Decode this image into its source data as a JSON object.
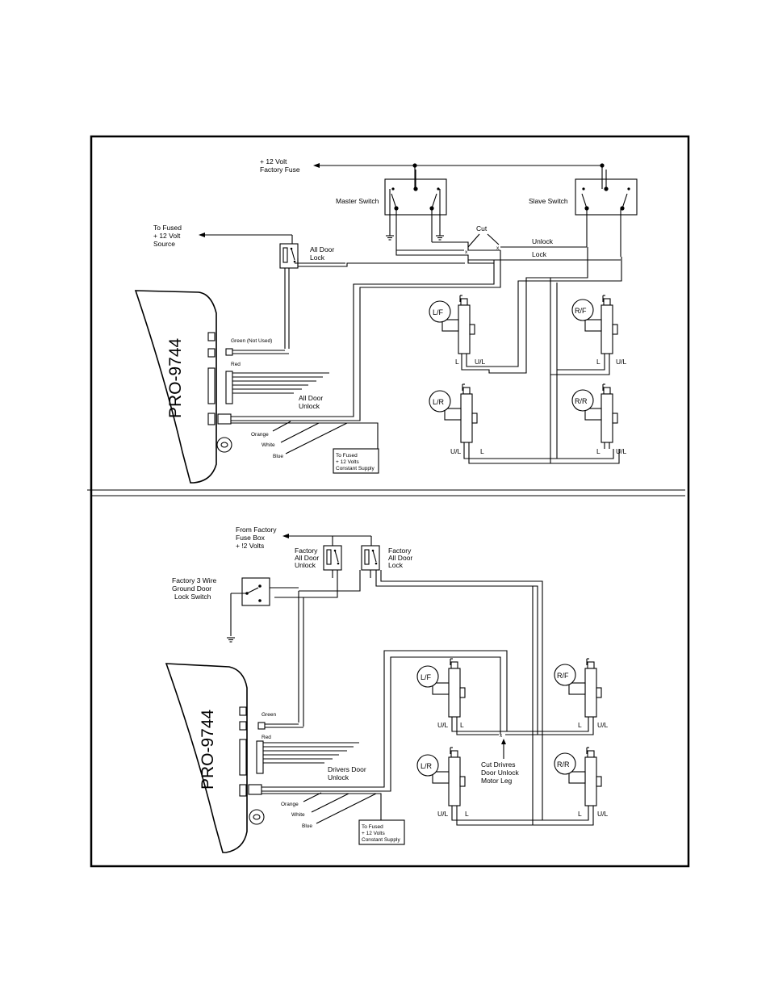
{
  "top_panel": {
    "fuse_label": [
      "+ 12 Volt",
      "Factory Fuse"
    ],
    "master_switch": "Master Switch",
    "slave_switch": "Slave Switch",
    "cut": "Cut",
    "unlock": "Unlock",
    "lock": "Lock",
    "fused_source": [
      "To Fused",
      "+ 12 Volt",
      "Source"
    ],
    "all_door_lock": [
      "All Door",
      "Lock"
    ],
    "all_door_unlock": [
      "All Door",
      "Unlock"
    ],
    "green_not_used": "Green (Not Used)",
    "red": "Red",
    "orange": "Orange",
    "white": "White",
    "blue": "Blue",
    "constant_supply": [
      "To  Fused",
      "+ 12 Volts",
      "Constant Supply"
    ],
    "module": "PRO-9744",
    "doors": {
      "lf": "L/F",
      "rf": "R/F",
      "lr": "L/R",
      "rr": "R/R"
    },
    "l": "L",
    "ul": "U/L"
  },
  "bottom_panel": {
    "fuse_box": [
      "From Factory",
      "Fuse Box",
      "+ !2 Volts"
    ],
    "factory_unlock": [
      "Factory",
      "All Door",
      "Unlock"
    ],
    "factory_lock": [
      "Factory",
      "All Door",
      "Lock"
    ],
    "ground_switch": [
      "Factory  3 Wire",
      "Ground Door",
      "Lock Switch"
    ],
    "green": "Green",
    "red": "Red",
    "drivers_door_unlock": [
      "Drivers Door",
      "Unlock"
    ],
    "orange": "Orange",
    "white": "White",
    "blue": "Blue",
    "constant_supply": [
      "To  Fused",
      "+ 12 Volts",
      "Constant Supply"
    ],
    "module": "PRO-9744",
    "cut_note": [
      "Cut Drivres",
      "Door Unlock",
      "Motor Leg"
    ],
    "doors": {
      "lf": "L/F",
      "rf": "R/F",
      "lr": "L/R",
      "rr": "R/R"
    },
    "l": "L",
    "ul": "U/L"
  }
}
